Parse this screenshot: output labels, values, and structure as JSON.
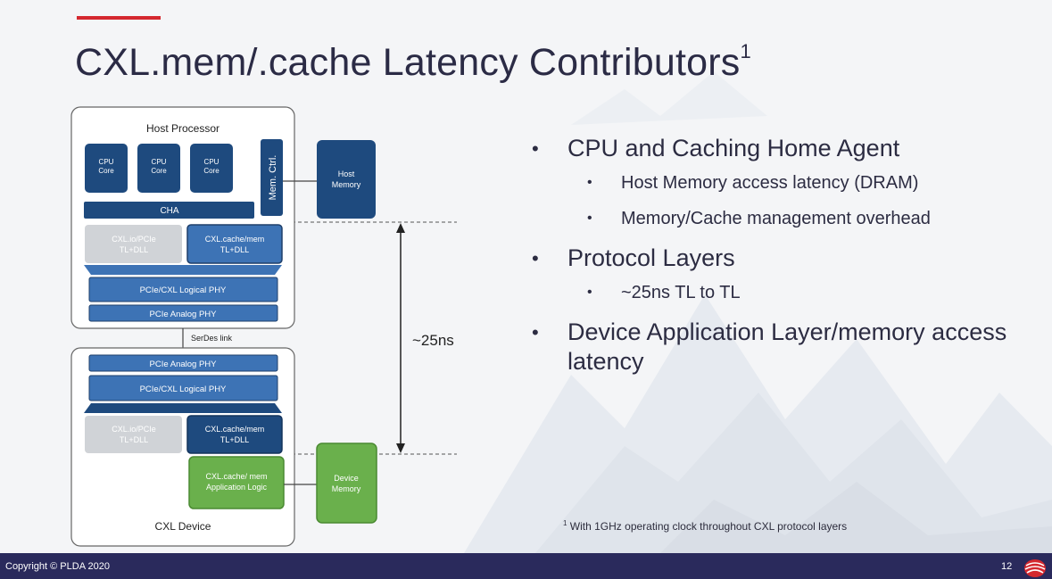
{
  "slide": {
    "title": "CXL.mem/.cache Latency Contributors",
    "title_footnote_mark": "1",
    "accent_color": "#d4282f"
  },
  "diagram": {
    "host_label": "Host Processor",
    "cpu_core_line1": "CPU",
    "cpu_core_line2": "Core",
    "mem_ctrl": "Mem. Ctrl.",
    "host_memory_line1": "Host",
    "host_memory_line2": "Memory",
    "cha": "CHA",
    "io_line1": "CXL.io/PCIe",
    "io_line2": "TL+DLL",
    "cachemem_line1": "CXL.cache/mem",
    "cachemem_line2": "TL+DLL",
    "logical_phy": "PCIe/CXL Logical PHY",
    "analog_phy": "PCIe Analog PHY",
    "serdes_link": "SerDes link",
    "latency": "~25ns",
    "app_logic_line1": "CXL.cache/ mem",
    "app_logic_line2": "Application Logic",
    "device_memory_line1": "Device",
    "device_memory_line2": "Memory",
    "device_label": "CXL Device",
    "colors": {
      "block_dark": "#1e4a7e",
      "block_mid": "#3d73b5",
      "block_disabled": "#d0d3d7",
      "device_green": "#6ab04c"
    }
  },
  "bullets": {
    "item1": "CPU and Caching Home Agent",
    "item1_sub1": "Host Memory access latency (DRAM)",
    "item1_sub2": "Memory/Cache management overhead",
    "item2": "Protocol Layers",
    "item2_sub1": "~25ns TL to TL",
    "item3": "Device Application Layer/memory access latency"
  },
  "footnote": {
    "mark": "1",
    "text": "With 1GHz operating clock throughout CXL protocol layers"
  },
  "footer": {
    "copyright": "Copyright © PLDA 2020",
    "page_number": "12"
  }
}
